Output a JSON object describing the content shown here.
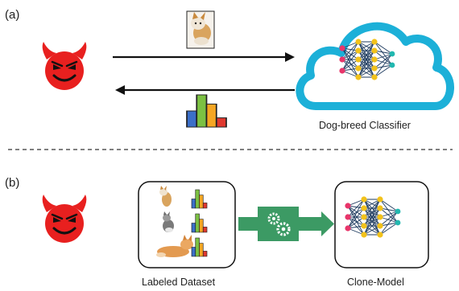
{
  "panel_a": {
    "label": "(a)",
    "cloud_caption": "Dog-breed Classifier"
  },
  "panel_b": {
    "label": "(b)",
    "dataset_caption": "Labeled Dataset",
    "clone_caption": "Clone-Model"
  },
  "icons": {
    "attacker": "devil-face-icon",
    "query_image": "cat-photo-icon",
    "response": "bar-chart-icon",
    "cloud": "cloud-icon",
    "network": "neural-network-icon",
    "training": "gears-icon"
  },
  "colors": {
    "devil": "#e8201f",
    "cloud": "#1cb0d8",
    "input_node": "#e8356a",
    "hidden_node": "#f2c21b",
    "output_node": "#22b8b0",
    "edge": "#1d3a5e",
    "train_box": "#3c9a64",
    "bars": [
      "#3b6fc8",
      "#7cc142",
      "#f5a623",
      "#e0392f"
    ]
  }
}
